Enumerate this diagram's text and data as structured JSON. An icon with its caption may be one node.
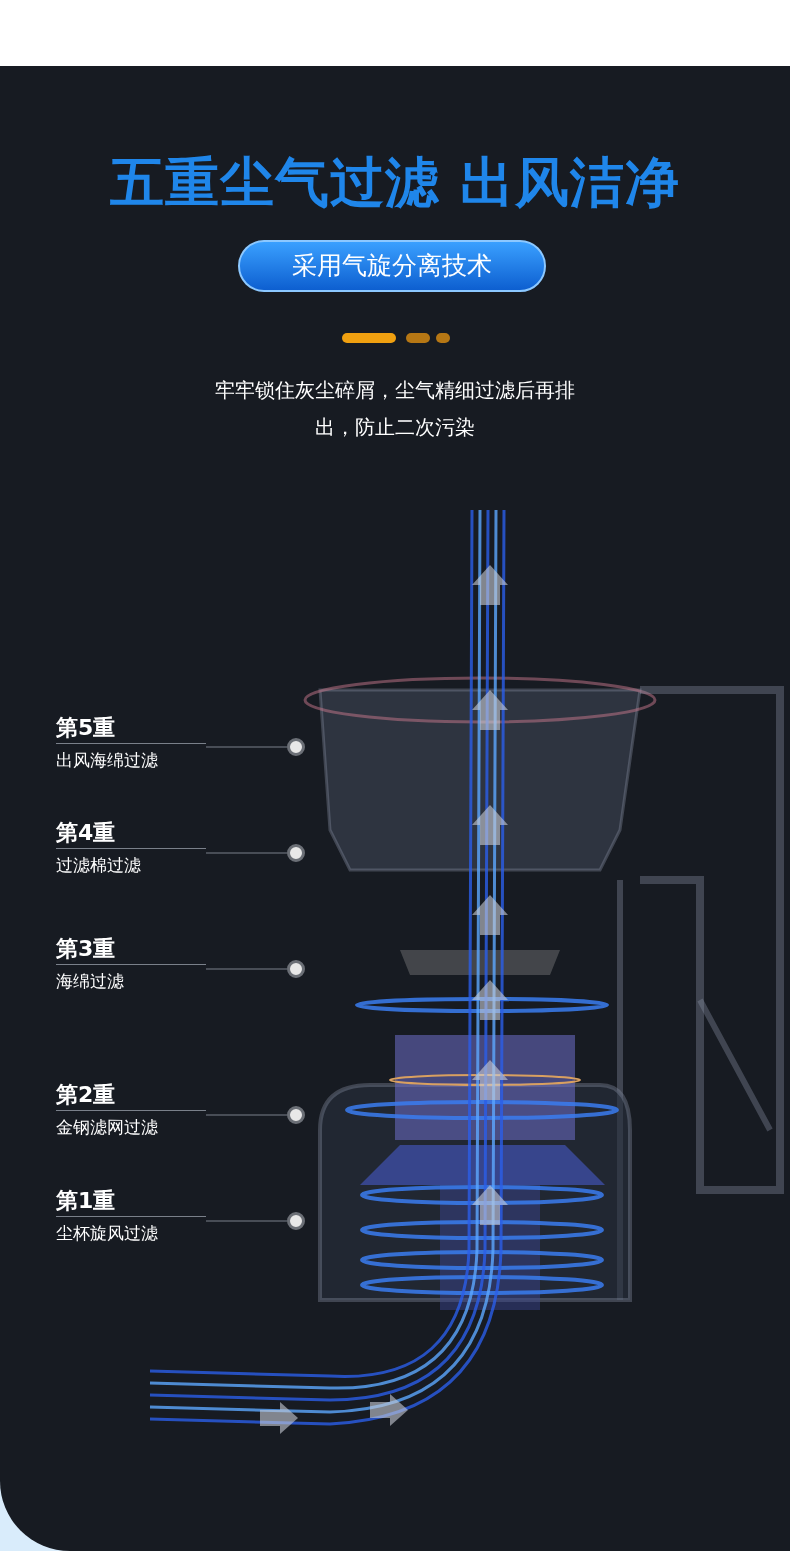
{
  "diagram": {
    "title": "五重尘气过滤 出风洁净",
    "nodes": [
      {
        "text": [
          "采用气旋分离技术"
        ]
      },
      {
        "text": [
          "第5重",
          "出风海绵过滤"
        ]
      },
      {
        "text": [
          "第4重",
          "过滤棉过滤"
        ]
      },
      {
        "text": [
          "第3重",
          "海绵过滤"
        ]
      },
      {
        "text": [
          "第2重",
          "金钢滤网过滤"
        ]
      },
      {
        "text": [
          "第1重",
          "尘杯旋风过滤"
        ]
      },
      {
        "text": [],
        "shape": "circle"
      },
      {
        "text": [],
        "shape": "circle"
      },
      {
        "text": [],
        "shape": "circle"
      },
      {
        "text": [],
        "shape": "circle"
      },
      {
        "text": [],
        "shape": "circle"
      }
    ],
    "edges": [
      {
        "from": 1,
        "to": 6,
        "arrow": "none"
      },
      {
        "from": 2,
        "to": 7,
        "arrow": "none"
      },
      {
        "from": 3,
        "to": 8,
        "arrow": "none"
      },
      {
        "from": 4,
        "to": 9,
        "arrow": "none"
      },
      {
        "from": 5,
        "to": 10,
        "arrow": "none"
      }
    ],
    "labels": [
      "牢牢锁住灰尘碎屑，尘气精细过滤后再排出，防止二次污染"
    ]
  }
}
